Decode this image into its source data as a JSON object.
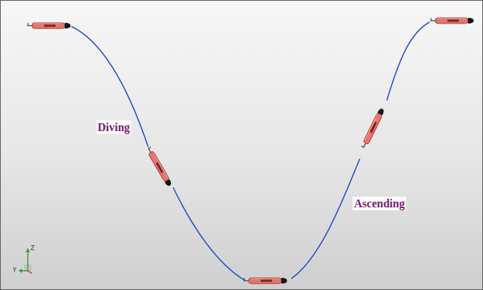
{
  "diagram": {
    "labels": [
      "Diving",
      "Ascending",
      "Y",
      "Z"
    ]
  }
}
